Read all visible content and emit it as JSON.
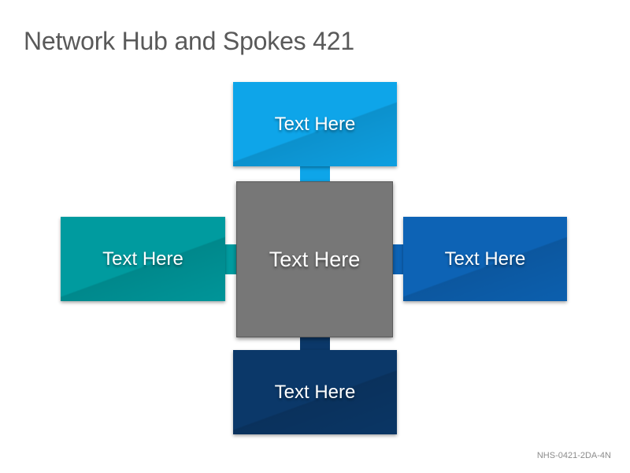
{
  "title": "Network Hub and Spokes 421",
  "footer_code": "NHS-0421-2DA-4N",
  "hub": {
    "label": "Text Here",
    "color": "#777777"
  },
  "spokes": {
    "top": {
      "label": "Text Here",
      "color": "#0EA5E9"
    },
    "left": {
      "label": "Text Here",
      "color": "#009B9F"
    },
    "right": {
      "label": "Text Here",
      "color": "#0D63B5"
    },
    "bottom": {
      "label": "Text Here",
      "color": "#0B3869"
    }
  }
}
